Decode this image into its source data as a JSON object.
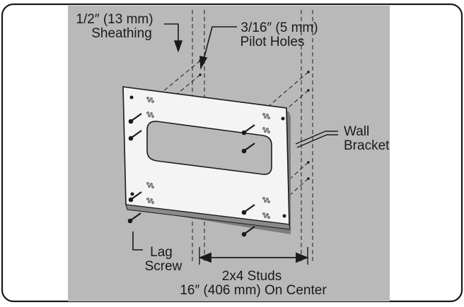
{
  "labels": {
    "sheathing_line1": "1/2″ (13 mm)",
    "sheathing_line2": "Sheathing",
    "pilot_line1": "3/16″ (5 mm)",
    "pilot_line2": "Pilot Holes",
    "bracket_line1": "Wall",
    "bracket_line2": "Bracket",
    "lag_line1": "Lag",
    "lag_line2": "Screw",
    "studs_line1": "2x4 Studs",
    "studs_line2": "16″ (406 mm) On Center"
  },
  "colors": {
    "wall": "#b9b9b9",
    "bracket": "#f4f4f4",
    "line": "#1a1a1a",
    "frame": "#1a1a1a"
  }
}
